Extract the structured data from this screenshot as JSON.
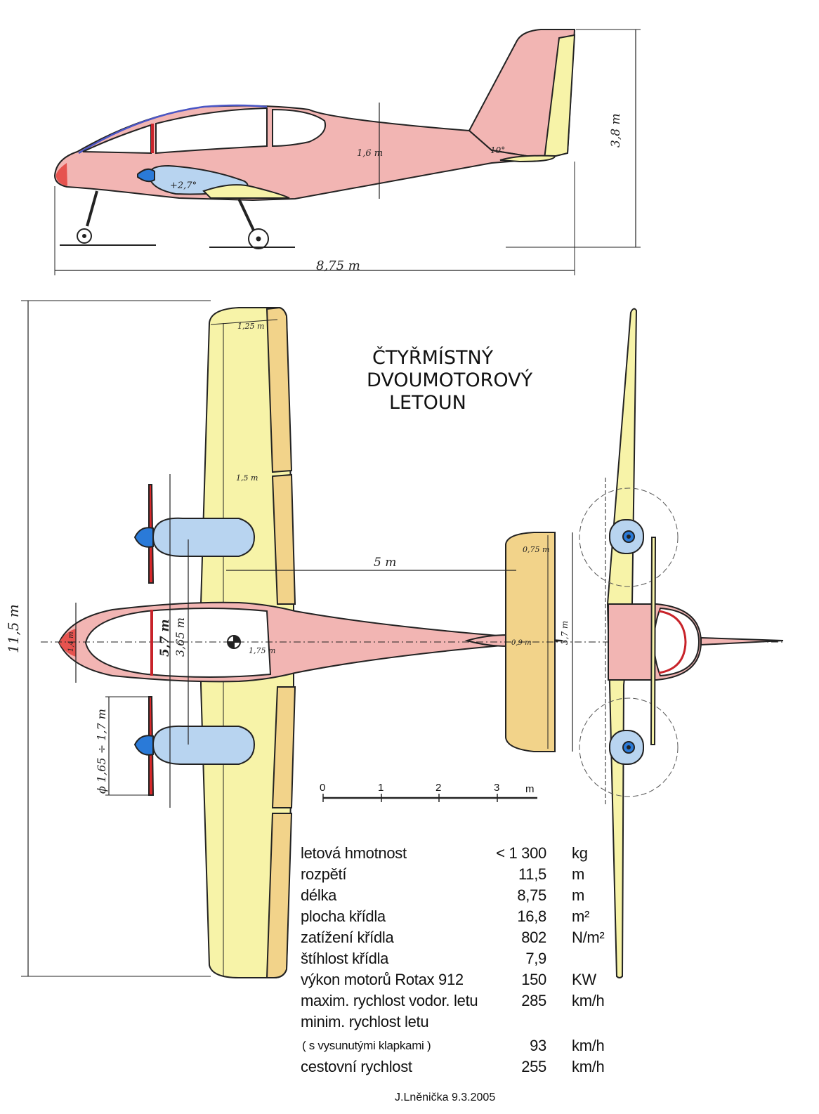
{
  "title": {
    "line1": "ČTYŘMÍSTNÝ",
    "line2": "DVOUMOTOROVÝ",
    "line3": "LETOUN"
  },
  "dimensions": {
    "height": "3,8 m",
    "length": "8,75 m",
    "fuselage_height": "1,6 m",
    "wing_incidence": "+2,7°",
    "tail_angle": "10°",
    "span": "11,5 m",
    "tip_chord": "1,25 m",
    "root_chord": "1,5 m",
    "tail_arm": "5 m",
    "tail_chord": "0,75 m",
    "tail_span": "3,7 m",
    "engine_spacing": "5,7 m",
    "cabin_length": "3,65 m",
    "cabin_width": "1,75 m",
    "nose_width": "1,4 m",
    "fuselage_tail": "0,9 m",
    "prop_diameter": "ϕ 1,65 ÷ 1,7 m"
  },
  "scale_bar": {
    "ticks": [
      "0",
      "1",
      "2",
      "3"
    ],
    "unit": "m"
  },
  "specs": [
    {
      "label": "letová hmotnost",
      "value": "< 1 300",
      "unit": "kg"
    },
    {
      "label": "rozpětí",
      "value": "11,5",
      "unit": "m"
    },
    {
      "label": "délka",
      "value": "8,75",
      "unit": "m"
    },
    {
      "label": "plocha křídla",
      "value": "16,8",
      "unit": "m²"
    },
    {
      "label": "zatížení křídla",
      "value": "802",
      "unit": "N/m²"
    },
    {
      "label": "štíhlost křídla",
      "value": "7,9",
      "unit": ""
    },
    {
      "label": "výkon motorů Rotax 912",
      "value": "150",
      "unit": "KW"
    },
    {
      "label": "maxim. rychlost vodor. letu",
      "value": "285",
      "unit": "km/h"
    },
    {
      "label": "minim. rychlost letu",
      "value": "",
      "unit": ""
    },
    {
      "label": "( s vysunutými klapkami )",
      "value": "93",
      "unit": "km/h"
    },
    {
      "label": "cestovní rychlost",
      "value": "255",
      "unit": "km/h"
    }
  ],
  "signature": "J.Lněnička   9.3.2005",
  "colors": {
    "fuselage": "#f2b5b3",
    "wing": "#f7f3a8",
    "flap": "#f2d38a",
    "engine": "#b8d4f0",
    "canopy_frame": "#4a56c6",
    "prop": "#d8282a",
    "spinner": "#2a7ad8"
  }
}
